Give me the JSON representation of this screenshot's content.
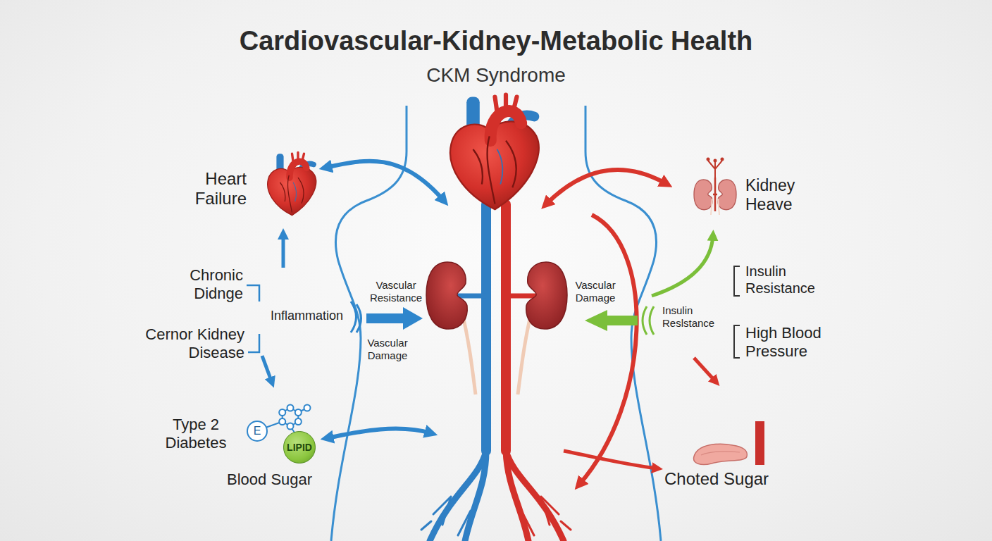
{
  "diagram": {
    "title": "Cardiovascular-Kidney-Metabolic Health",
    "nodes": [
      {
        "text": [
          "E"
        ]
      },
      {
        "text": [
          "LIPID"
        ]
      }
    ],
    "labels": [
      "CKM Syndrome",
      "Heart Failure",
      "Kidney Heave",
      "Chronic Didnge",
      "Inflammation",
      "Cernor Kidney Disease",
      "Vascular Resistance",
      "Vascular Damage",
      "Vascular Damage",
      "Insulin Resistance",
      "Insulin Reslstance",
      "High Blood Pressure",
      "Type 2 Diabetes",
      "Blood Sugar",
      "Choted Sugar"
    ]
  }
}
